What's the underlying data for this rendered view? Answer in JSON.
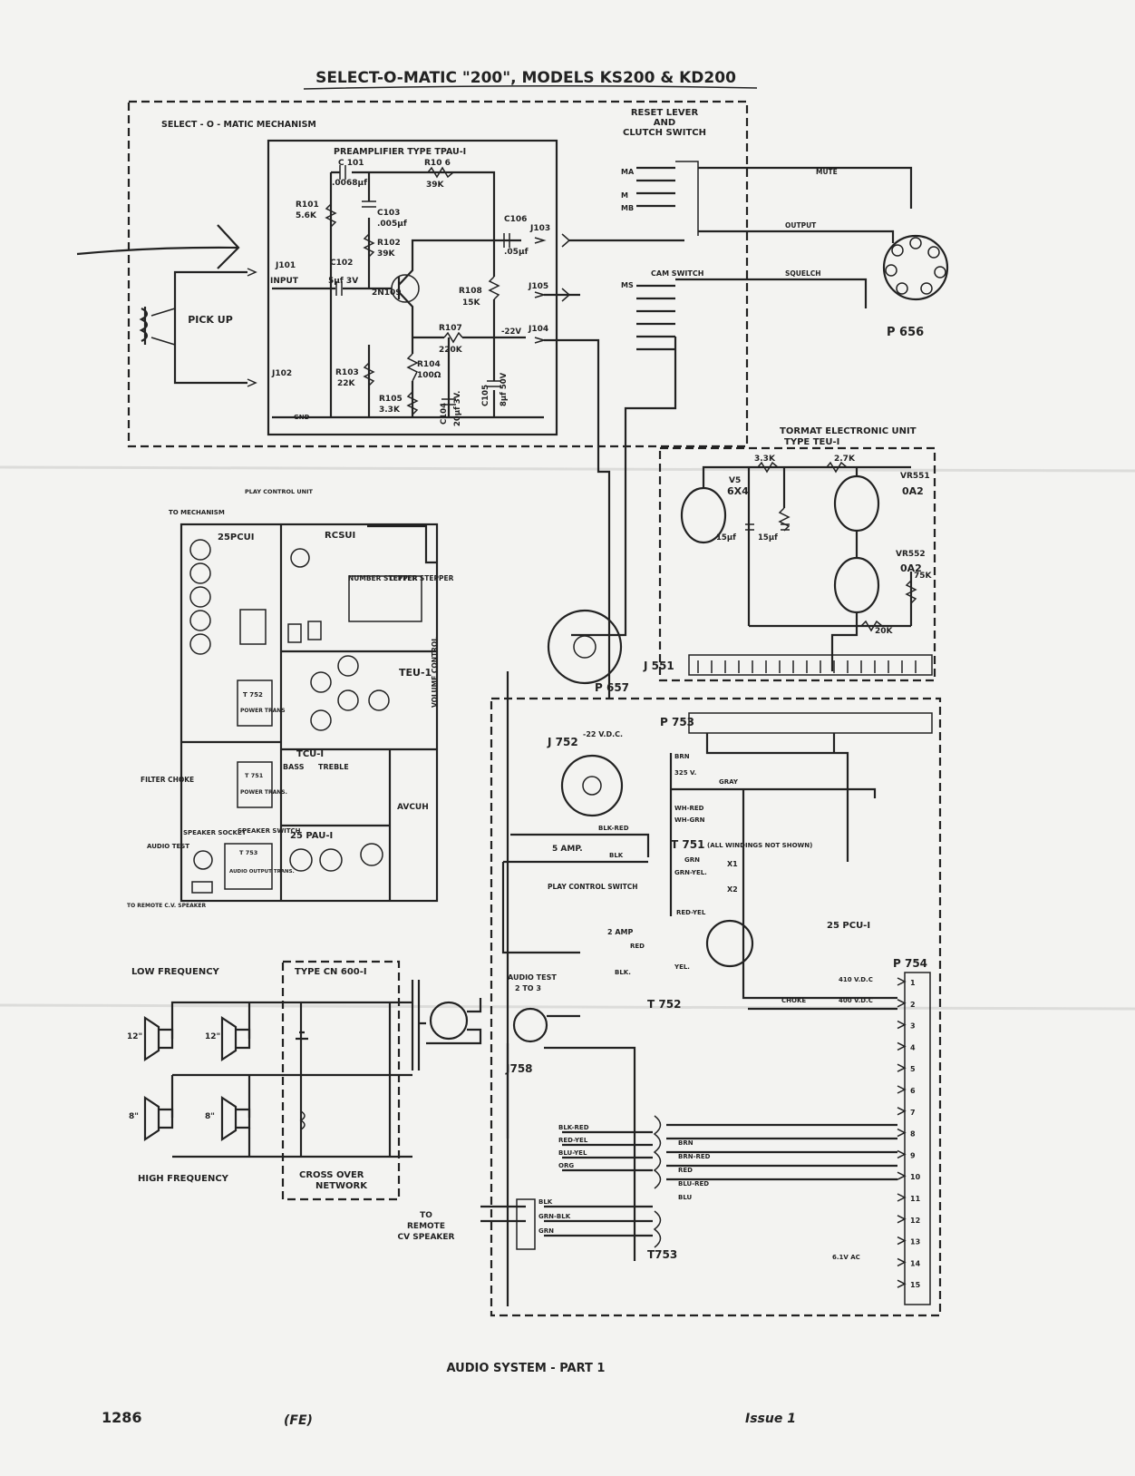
{
  "title": "SELECT-O-MATIC \"200\", MODELS KS200 & KD200",
  "footer": {
    "caption": "AUDIO SYSTEM  -  PART 1",
    "page_number": "1286",
    "code": "(FE)",
    "issue": "Issue 1"
  },
  "mechanism": {
    "box_label": "SELECT - O - MATIC   MECHANISM",
    "preamp_label": "PREAMPLIFIER   TYPE  TPAU-I",
    "pickup": "PICK UP",
    "components": [
      "C 101",
      ".0068µf",
      "R10 6",
      "39K",
      "C103",
      ".005µf",
      "R101",
      "5.6K",
      "R102",
      "39K",
      "C106",
      ".05µf",
      "J103",
      "J101",
      "INPUT",
      "C102",
      "5µf 3V",
      "2N109",
      "R108",
      "15K",
      "J105",
      "R107",
      "220K",
      "-22V",
      "J104",
      "R104",
      "100Ω",
      "J102",
      "R103",
      "22K",
      "R105",
      "3.3K",
      "C104",
      "20µf 3V.",
      "C105",
      "8µf 50V",
      "GND"
    ],
    "reset_lever": [
      "RESET  LEVER",
      "AND",
      "CLUTCH  SWITCH"
    ],
    "switch_labels": [
      "MA",
      "M",
      "MB",
      "MS"
    ],
    "cam_switch": "CAM  SWITCH",
    "signals": [
      "MUTE",
      "OUTPUT",
      "SQUELCH"
    ],
    "plug": "P 656"
  },
  "tormat": {
    "title": "TORMAT  ELECTRONIC  UNIT",
    "type": "TYPE  TEU-I",
    "labels": [
      "3.3K",
      "2.7K",
      "V5",
      "6X4",
      "VR551",
      "0A2",
      "VR552",
      "0A2",
      "15µf",
      "15µf",
      "75K",
      "20K",
      "J 551"
    ]
  },
  "chassis": {
    "labels": [
      "TO MECHANISM",
      "PLAY CONTROL UNIT",
      "25PCUI",
      "RCSUI",
      "NUMBER STEPPER",
      "LETTER STEPPER",
      "TEU-1",
      "T 752",
      "POWER TRANS",
      "VOLUME CONTROL",
      "TCU-I",
      "BASS",
      "TREBLE",
      "AVCUH",
      "FILTER CHOKE",
      "T 751",
      "POWER TRANS.",
      "SPEAKER SOCKET",
      "SPEAKER SWITCH",
      "25 PAU-I",
      "AUDIO TEST",
      "T 753",
      "AUDIO OUTPUT TRANS.",
      "TO REMOTE C.V. SPEAKER"
    ]
  },
  "plugs": [
    "P 657",
    "P 753",
    "J 752",
    "-22 V.D.C.",
    "P 754",
    "J758",
    "AUDIO TEST",
    "2 TO 3"
  ],
  "power": {
    "labels": [
      "5 AMP.",
      "BLK-RED",
      "BLK",
      "PLAY CONTROL SWITCH",
      "2 AMP",
      "RED",
      "BLK.",
      "T 751",
      "(ALL WINDINGS NOT SHOWN)",
      "T 752",
      "25 PCU-I",
      "CHOKE",
      "410 V.D.C",
      "400 V.D.C",
      "325 V.",
      "GRAY",
      "BRN",
      "WH-RED",
      "WH-GRN",
      "GRN",
      "GRN-YEL.",
      "RED-YEL",
      "YEL.",
      "6.1V AC",
      "X1",
      "X2"
    ],
    "p754_pins": [
      "1",
      "2",
      "3",
      "4",
      "5",
      "6",
      "7",
      "8",
      "9",
      "10",
      "11",
      "12",
      "13",
      "14",
      "15"
    ]
  },
  "output": {
    "labels": [
      "BLK-RED",
      "RED-YEL",
      "BLU-YEL",
      "ORG",
      "BRN",
      "BRN-RED",
      "RED",
      "BLU-RED",
      "BLU",
      "BLK",
      "GRN-BLK",
      "GRN",
      "T753",
      "TO",
      "REMOTE",
      "CV SPEAKER"
    ]
  },
  "speakers": {
    "low": "LOW  FREQUENCY",
    "high": "HIGH  FREQUENCY",
    "network_type": "TYPE  CN 600-I",
    "network": "CROSS  OVER",
    "network2": "NETWORK",
    "sizes": [
      "12\"",
      "12\"",
      "8\"",
      "8\""
    ]
  }
}
